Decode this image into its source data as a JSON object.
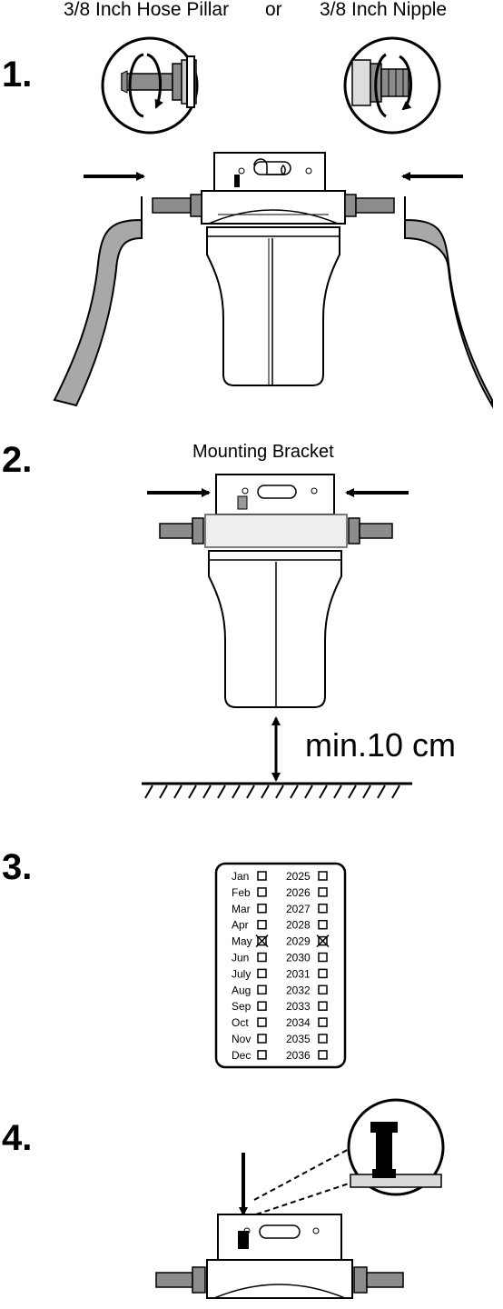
{
  "steps": {
    "step1": {
      "number": "1.",
      "hose_pillar_label": "3/8 Inch Hose Pillar",
      "or_label": "or",
      "nipple_label": "3/8 Inch Nipple"
    },
    "step2": {
      "number": "2.",
      "bracket_label": "Mounting Bracket",
      "clearance_label": "min.10 cm"
    },
    "step3": {
      "number": "3.",
      "months": [
        "Jan",
        "Feb",
        "Mar",
        "Apr",
        "May",
        "Jun",
        "July",
        "Aug",
        "Sep",
        "Oct",
        "Nov",
        "Dec"
      ],
      "years": [
        "2025",
        "2026",
        "2027",
        "2028",
        "2029",
        "2030",
        "2031",
        "2032",
        "2033",
        "2034",
        "2035",
        "2036"
      ],
      "checked_month": "May",
      "checked_year": "2029"
    },
    "step4": {
      "number": "4."
    }
  },
  "colors": {
    "hose_fill": "#a8a8a8",
    "fitting_fill": "#8c8c8c",
    "housing_fill": "#ffffff",
    "line": "#000000",
    "light_gray": "#d9d9d9"
  }
}
